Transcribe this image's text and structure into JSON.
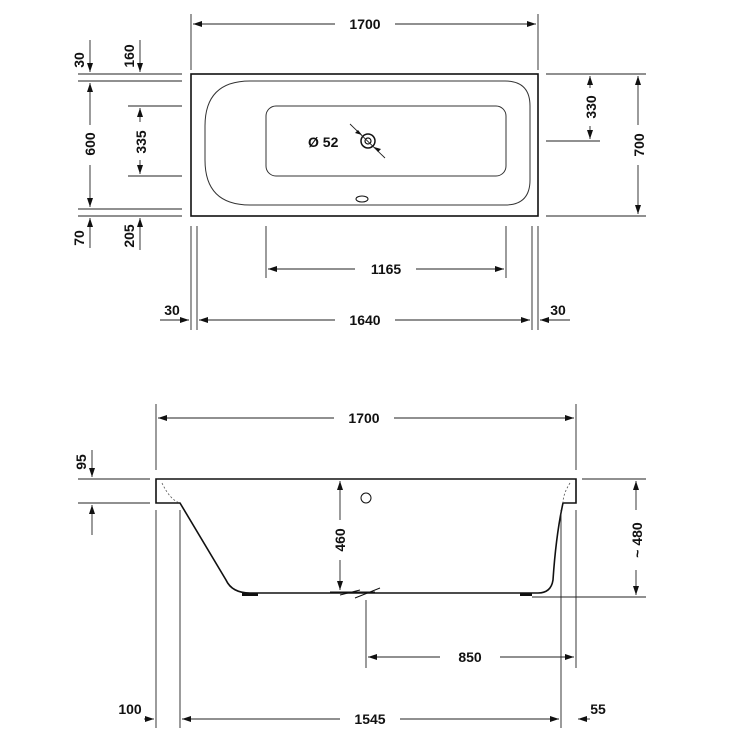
{
  "top_view": {
    "overall_length": "1700",
    "overall_width": "700",
    "rim_top": "30",
    "rim_bottom": "70",
    "inner_width": "600",
    "offset_top": "160",
    "inner_height": "335",
    "offset_bottom": "205",
    "drain_offset": "330",
    "drain_diameter": "Ø 52",
    "inner_length": "1640",
    "rim_left": "30",
    "rim_right": "30",
    "basin_length": "1165"
  },
  "side_view": {
    "overall_length": "1700",
    "rim_height": "95",
    "depth": "460",
    "total_height": "~ 480",
    "drain_position": "850",
    "offset_left": "100",
    "bottom_length": "1545",
    "offset_right": "55"
  }
}
